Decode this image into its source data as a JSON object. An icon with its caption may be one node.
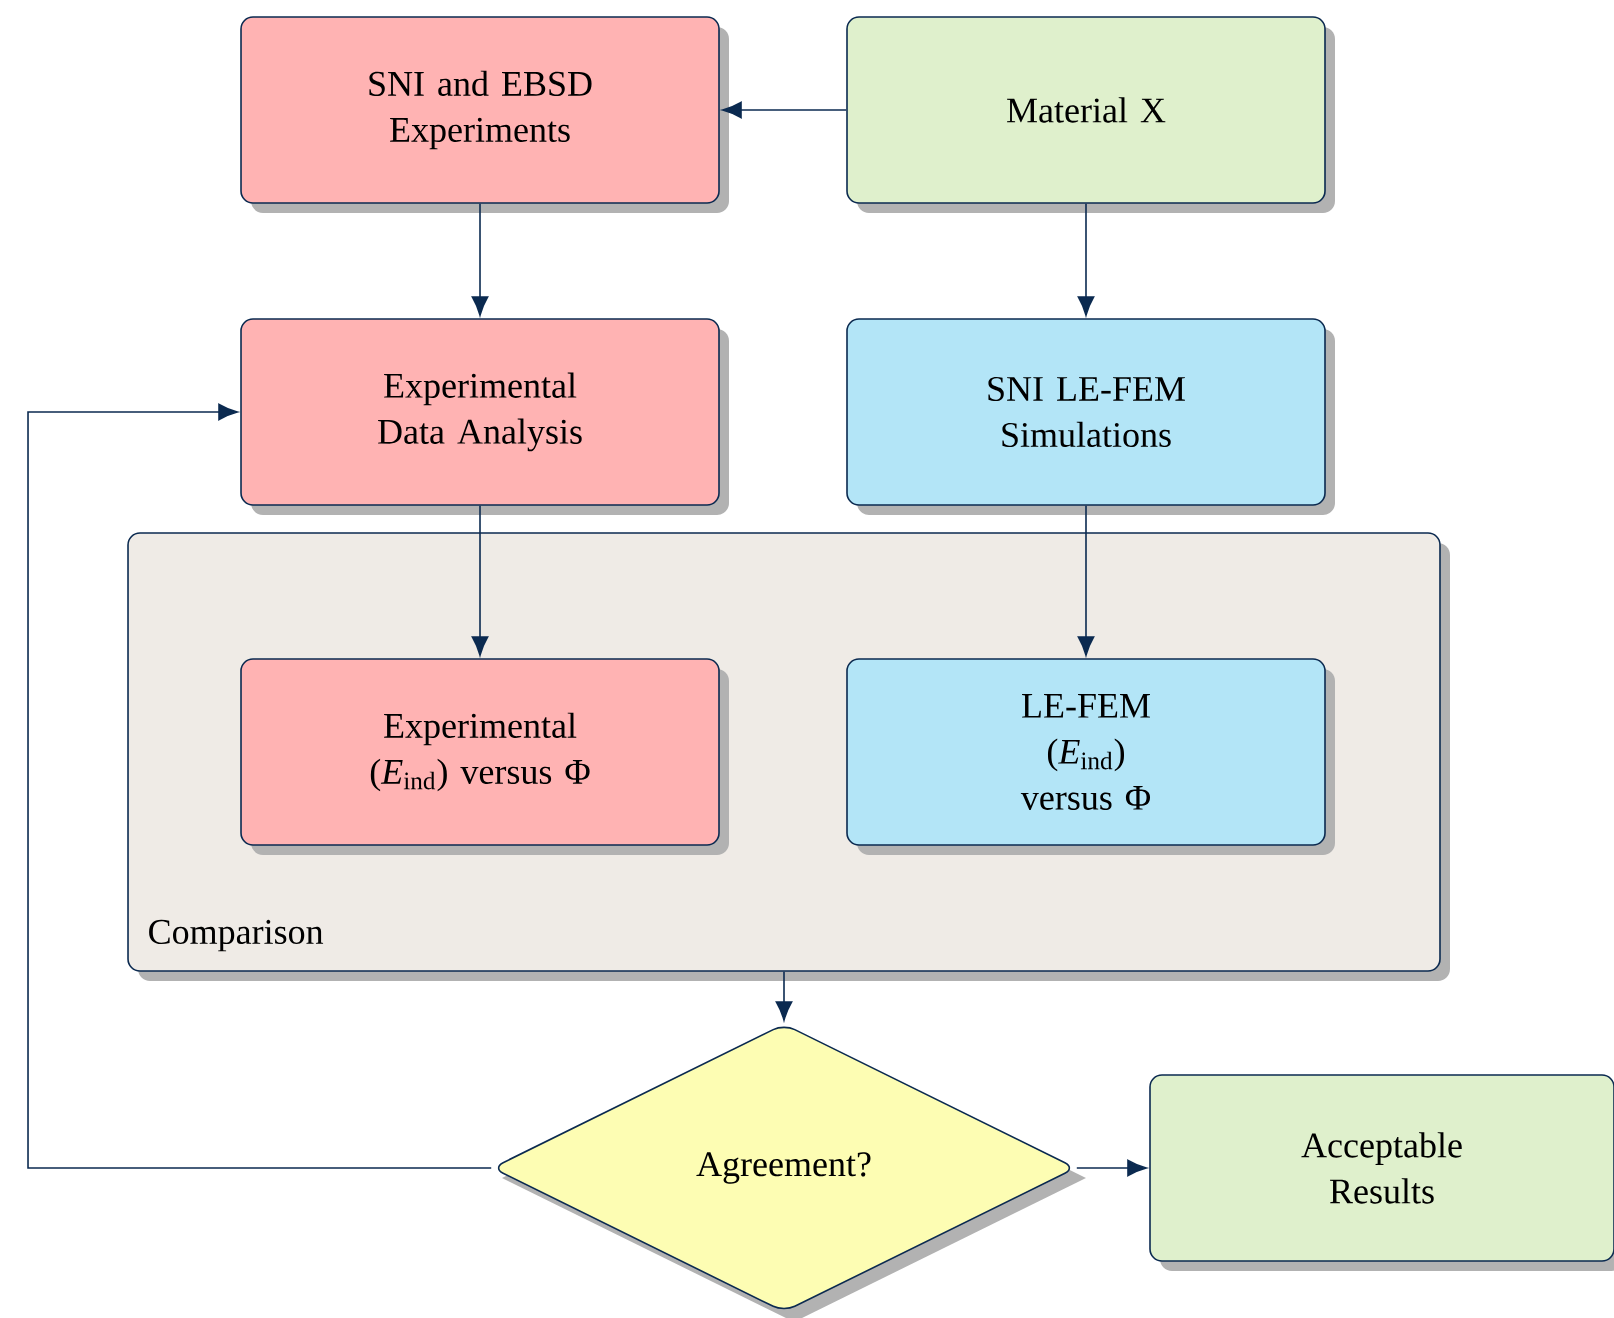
{
  "diagram": {
    "nodes": [
      {
        "text": [
          "SNI and EBSD Experiments"
        ]
      },
      {
        "text": [
          "Material X"
        ]
      },
      {
        "text": [
          "Experimental Data Analysis"
        ]
      },
      {
        "text": [
          "SNI LE-FEM Simulations"
        ]
      },
      {
        "text": [
          "Comparison"
        ]
      },
      {
        "text": [
          "Experimental (*E*$_{ind}$) versus Φ"
        ],
        "in": 4
      },
      {
        "text": [
          "LE-FEM (*E*$_{ind}$) versus Φ"
        ],
        "in": 4
      },
      {
        "text": [
          "Agreement?"
        ]
      },
      {
        "text": [
          "Acceptable Results"
        ]
      }
    ],
    "edges": [
      {
        "from": 1,
        "to": 0,
        "arrow": "to"
      },
      {
        "from": 0,
        "to": 2,
        "arrow": "to"
      },
      {
        "from": 1,
        "to": 3,
        "arrow": "to"
      },
      {
        "from": 2,
        "to": 5,
        "arrow": "to"
      },
      {
        "from": 3,
        "to": 6,
        "arrow": "to"
      },
      {
        "from": 4,
        "to": 7,
        "arrow": "to"
      },
      {
        "from": 7,
        "to": 8,
        "arrow": "to"
      },
      {
        "from": 7,
        "to": 2,
        "arrow": "to"
      }
    ]
  }
}
